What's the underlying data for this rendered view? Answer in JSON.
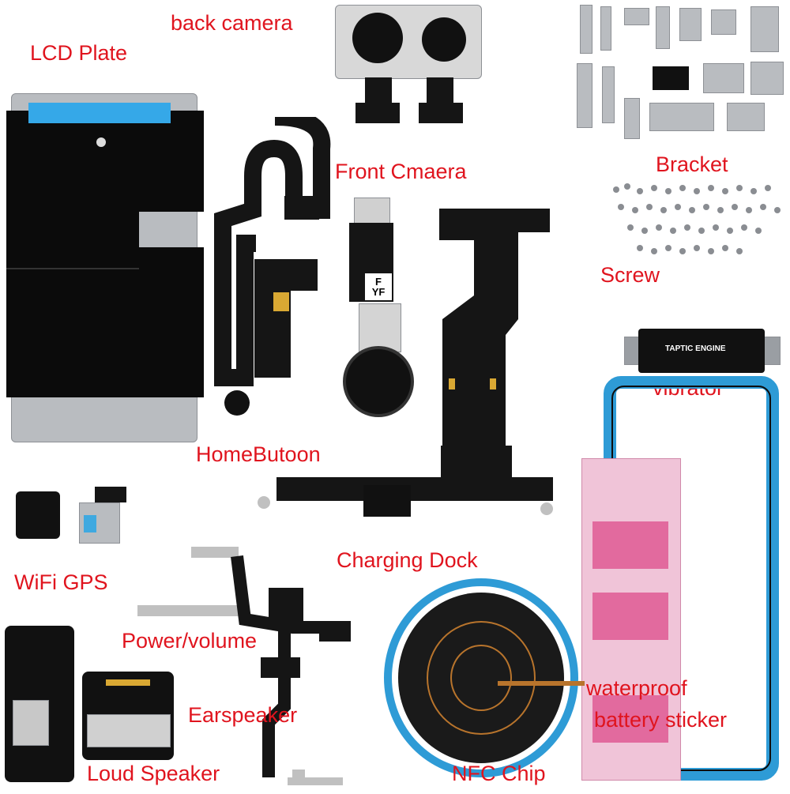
{
  "labels": {
    "lcd_plate": "LCD Plate",
    "back_camera": "back camera",
    "front_camera": "Front Cmaera",
    "bracket": "Bracket",
    "screw": "Screw",
    "vibrator": "vibrator",
    "home_button": "HomeButoon",
    "wifi_gps": "WiFi GPS",
    "charging_dock": "Charging Dock",
    "power_volume": "Power/volume",
    "earspeaker": "Earspeaker",
    "waterproof": "waterproof",
    "battery_sticker": "battery sticker",
    "loud_speaker": "Loud Speaker",
    "nfc_chip": "NFC Chip"
  },
  "printed": {
    "taptic_engine": "TAPTIC ENGINE",
    "home_logo_top": "F",
    "home_logo_bottom": "YF"
  },
  "colors": {
    "label": "#e0141e",
    "waterproof_frame": "#2e9bd6",
    "battery_sticker": "#e9a9c6",
    "nfc_copper": "#b8742c"
  }
}
